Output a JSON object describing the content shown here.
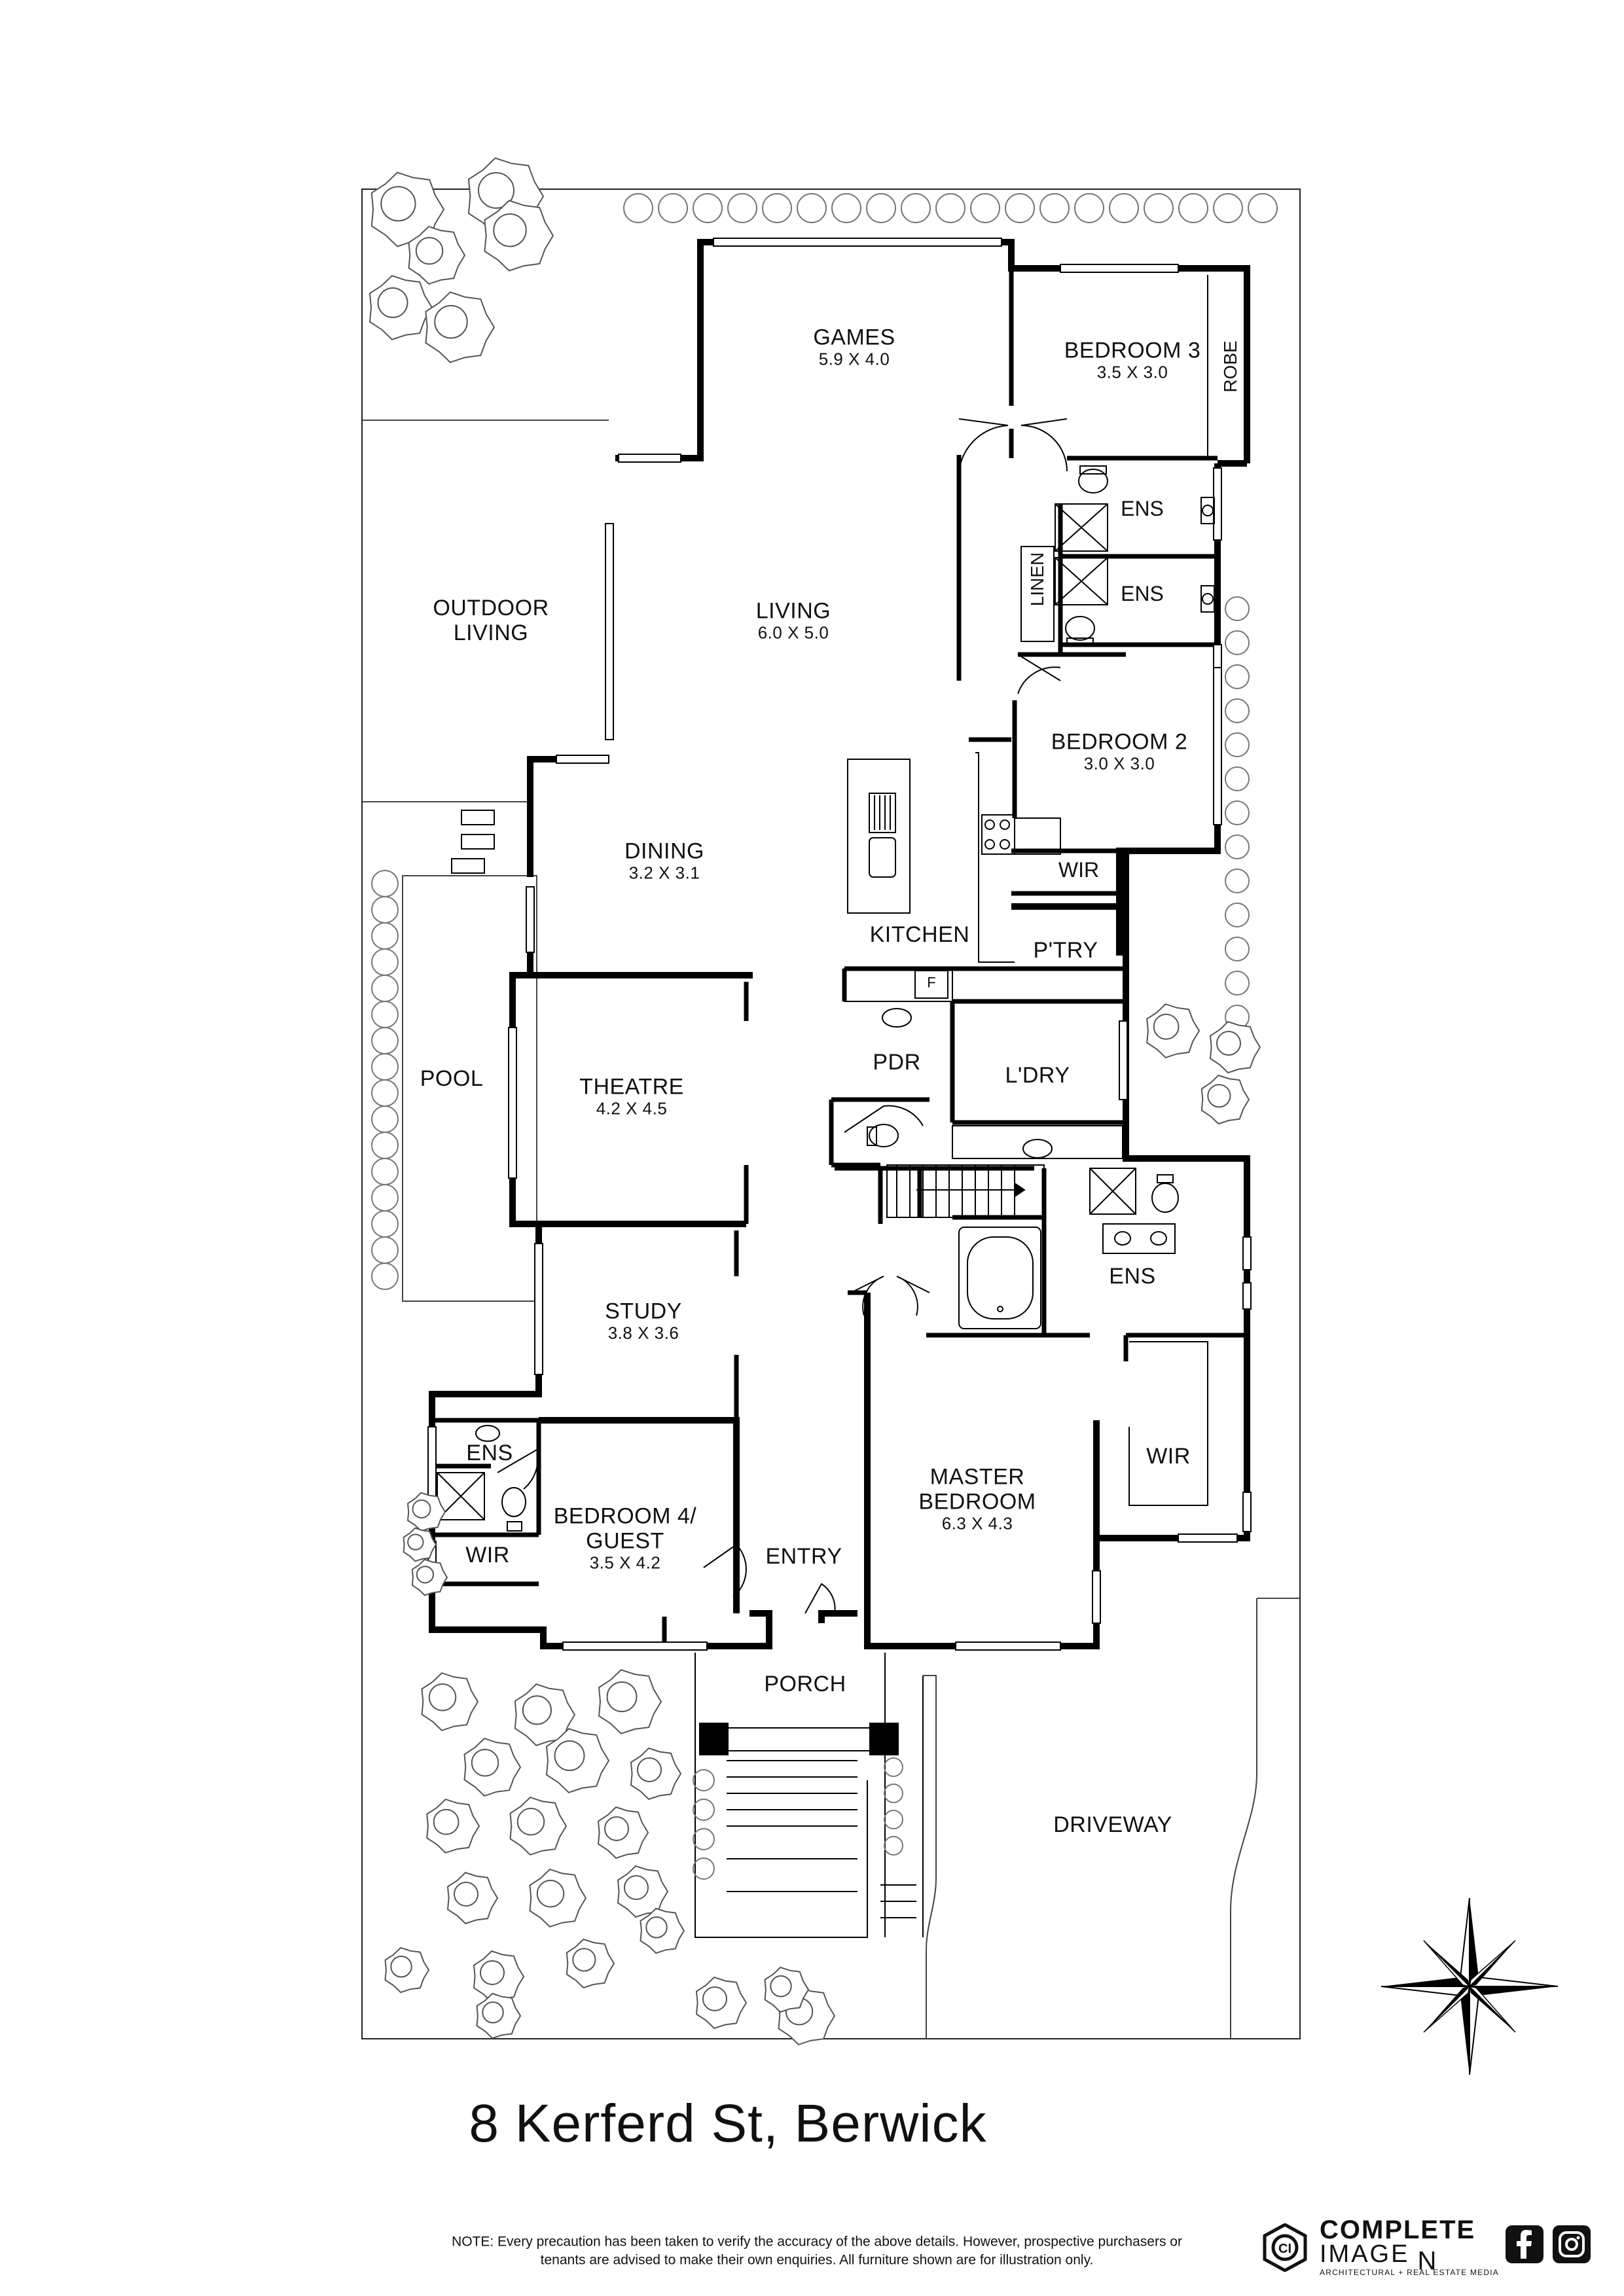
{
  "address": "8 Kerferd St, Berwick",
  "note": "NOTE: Every precaution has been taken to verify the accuracy of the above details. However, prospective purchasers or tenants are advised to make their own enquiries. All furniture shown are for illustration only.",
  "north_label": "N",
  "brand": {
    "name_line1": "COMPLETE",
    "name_line2": "IMAGE",
    "tagline": "ARCHITECTURAL + REAL ESTATE MEDIA",
    "mark_letters": "CI",
    "social_icons": [
      "facebook-icon",
      "instagram-icon"
    ]
  },
  "rooms": {
    "games": {
      "name": "GAMES",
      "dims": "5.9 X 4.0"
    },
    "bedroom3": {
      "name": "BEDROOM 3",
      "dims": "3.5 X 3.0"
    },
    "robe": {
      "name": "ROBE"
    },
    "ens1": {
      "name": "ENS"
    },
    "ens2": {
      "name": "ENS"
    },
    "linen": {
      "name": "LINEN"
    },
    "outdoor": {
      "name": "OUTDOOR\nLIVING"
    },
    "living": {
      "name": "LIVING",
      "dims": "6.0 X 5.0"
    },
    "bedroom2": {
      "name": "BEDROOM 2",
      "dims": "3.0 X 3.0"
    },
    "dining": {
      "name": "DINING",
      "dims": "3.2 X 3.1"
    },
    "wir1": {
      "name": "WIR"
    },
    "kitchen": {
      "name": "KITCHEN"
    },
    "ptry": {
      "name": "P'TRY"
    },
    "fridge": {
      "name": "F"
    },
    "pdr": {
      "name": "PDR"
    },
    "ldry": {
      "name": "L'DRY"
    },
    "pool": {
      "name": "POOL"
    },
    "theatre": {
      "name": "THEATRE",
      "dims": "4.2 X 4.5"
    },
    "ens3": {
      "name": "ENS"
    },
    "study": {
      "name": "STUDY",
      "dims": "3.8 X 3.6"
    },
    "wir2": {
      "name": "WIR"
    },
    "ens4": {
      "name": "ENS"
    },
    "bedroom4": {
      "name": "BEDROOM 4/\nGUEST",
      "dims": "3.5 X 4.2"
    },
    "wir3": {
      "name": "WIR"
    },
    "entry": {
      "name": "ENTRY"
    },
    "master": {
      "name": "MASTER\nBEDROOM",
      "dims": "6.3 X 4.3"
    },
    "porch": {
      "name": "PORCH"
    },
    "driveway": {
      "name": "DRIVEWAY"
    }
  }
}
